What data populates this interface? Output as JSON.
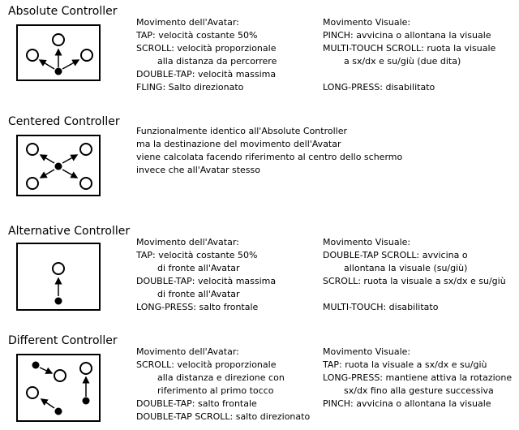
{
  "sections": [
    {
      "title": "Absolute Controller",
      "diagram_icons": [
        "circle-target-icon",
        "avatar-dot-icon",
        "arrow-icon"
      ],
      "left_lines": [
        {
          "text": "Movimento dell'Avatar:",
          "indent": false
        },
        {
          "text": "TAP: velocità costante 50%",
          "indent": false
        },
        {
          "text": "SCROLL: velocità proporzionale",
          "indent": false
        },
        {
          "text": "alla distanza da percorrere",
          "indent": true
        },
        {
          "text": "DOUBLE-TAP: velocità massima",
          "indent": false
        },
        {
          "text": "FLING: Salto direzionato",
          "indent": false
        }
      ],
      "right_lines": [
        {
          "text": "Movimento Visuale:",
          "indent": false
        },
        {
          "text": "PINCH: avvicina o allontana la visuale",
          "indent": false
        },
        {
          "text": "MULTI-TOUCH SCROLL: ruota la visuale",
          "indent": false
        },
        {
          "text": "a sx/dx e su/giù (due dita)",
          "indent": true
        },
        {
          "text": "",
          "indent": false
        },
        {
          "text": "LONG-PRESS: disabilitato",
          "indent": false
        }
      ]
    },
    {
      "title": "Centered Controller",
      "diagram_icons": [
        "circle-target-icon",
        "avatar-dot-icon",
        "arrow-icon"
      ],
      "left_lines": [
        {
          "text": "Funzionalmente identico all'Absolute Controller",
          "indent": false
        },
        {
          "text": "ma la destinazione del movimento dell'Avatar",
          "indent": false
        },
        {
          "text": "viene calcolata facendo riferimento al centro dello schermo",
          "indent": false
        },
        {
          "text": "invece che all'Avatar stesso",
          "indent": false
        }
      ],
      "right_lines": []
    },
    {
      "title": "Alternative Controller",
      "diagram_icons": [
        "circle-target-icon",
        "avatar-dot-icon",
        "arrow-icon"
      ],
      "left_lines": [
        {
          "text": "Movimento dell'Avatar:",
          "indent": false
        },
        {
          "text": "TAP: velocità costante 50%",
          "indent": false
        },
        {
          "text": "di fronte all'Avatar",
          "indent": true
        },
        {
          "text": "DOUBLE-TAP: velocità massima",
          "indent": false
        },
        {
          "text": "di fronte all'Avatar",
          "indent": true
        },
        {
          "text": "LONG-PRESS: salto frontale",
          "indent": false
        }
      ],
      "right_lines": [
        {
          "text": "Movimento Visuale:",
          "indent": false
        },
        {
          "text": "DOUBLE-TAP SCROLL: avvicina o",
          "indent": false
        },
        {
          "text": "allontana la visuale (su/giù)",
          "indent": true
        },
        {
          "text": "SCROLL: ruota la visuale a sx/dx e su/giù",
          "indent": false
        },
        {
          "text": "",
          "indent": false
        },
        {
          "text": "MULTI-TOUCH: disabilitato",
          "indent": false
        }
      ]
    },
    {
      "title": "Different Controller",
      "diagram_icons": [
        "circle-target-icon",
        "avatar-dot-icon",
        "arrow-icon"
      ],
      "left_lines": [
        {
          "text": "Movimento dell'Avatar:",
          "indent": false
        },
        {
          "text": "SCROLL: velocità proporzionale",
          "indent": false
        },
        {
          "text": "alla distanza e direzione con",
          "indent": true
        },
        {
          "text": "riferimento al primo tocco",
          "indent": true
        },
        {
          "text": "DOUBLE-TAP: salto frontale",
          "indent": false
        },
        {
          "text": "DOUBLE-TAP SCROLL: salto direzionato",
          "indent": false
        }
      ],
      "right_lines": [
        {
          "text": "Movimento Visuale:",
          "indent": false
        },
        {
          "text": "TAP: ruota la visuale a sx/dx e su/giù",
          "indent": false
        },
        {
          "text": "LONG-PRESS: mantiene attiva la rotazione",
          "indent": false
        },
        {
          "text": "sx/dx fino alla gesture successiva",
          "indent": true
        },
        {
          "text": "PINCH: avvicina o allontana la visuale",
          "indent": false
        }
      ]
    }
  ]
}
